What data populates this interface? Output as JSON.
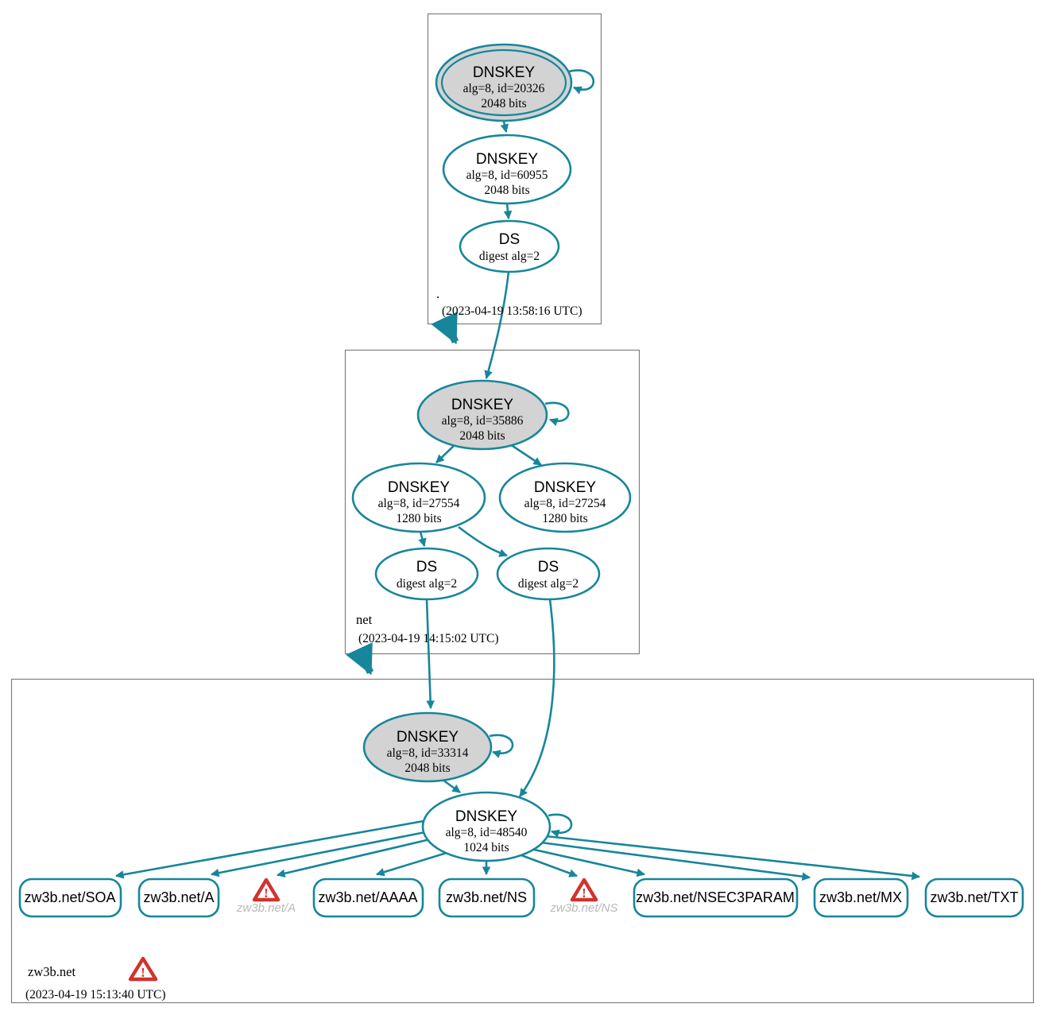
{
  "colors": {
    "edge_teal": "#17869a",
    "ksk_fill_gray": "#d3d3d3",
    "warning_red": "#d0342c",
    "warning_label_gray": "#b9b9b9",
    "zone_box_border": "#7f7f7f"
  },
  "zones": {
    "root": {
      "label": ".",
      "timestamp": "(2023-04-19 13:58:16 UTC)",
      "ksk": {
        "title": "DNSKEY",
        "line1": "alg=8, id=20326",
        "line2": "2048 bits"
      },
      "zsk": {
        "title": "DNSKEY",
        "line1": "alg=8, id=60955",
        "line2": "2048 bits"
      },
      "ds": {
        "title": "DS",
        "line1": "digest alg=2"
      }
    },
    "net": {
      "label": "net",
      "timestamp": "(2023-04-19 14:15:02 UTC)",
      "ksk": {
        "title": "DNSKEY",
        "line1": "alg=8, id=35886",
        "line2": "2048 bits"
      },
      "zsk1": {
        "title": "DNSKEY",
        "line1": "alg=8, id=27554",
        "line2": "1280 bits"
      },
      "zsk2": {
        "title": "DNSKEY",
        "line1": "alg=8, id=27254",
        "line2": "1280 bits"
      },
      "ds1": {
        "title": "DS",
        "line1": "digest alg=2"
      },
      "ds2": {
        "title": "DS",
        "line1": "digest alg=2"
      }
    },
    "zw3b": {
      "label": "zw3b.net",
      "timestamp": "(2023-04-19 15:13:40 UTC)",
      "ksk": {
        "title": "DNSKEY",
        "line1": "alg=8, id=33314",
        "line2": "2048 bits"
      },
      "zsk": {
        "title": "DNSKEY",
        "line1": "alg=8, id=48540",
        "line2": "1024 bits"
      },
      "rrsets": [
        {
          "label": "zw3b.net/SOA"
        },
        {
          "label": "zw3b.net/A"
        },
        {
          "label": "zw3b.net/AAAA"
        },
        {
          "label": "zw3b.net/NS"
        },
        {
          "label": "zw3b.net/NSEC3PARAM"
        },
        {
          "label": "zw3b.net/MX"
        },
        {
          "label": "zw3b.net/TXT"
        }
      ],
      "warnings": [
        {
          "label": "zw3b.net/A"
        },
        {
          "label": "zw3b.net/NS"
        }
      ],
      "warn_glyph": "!"
    }
  }
}
